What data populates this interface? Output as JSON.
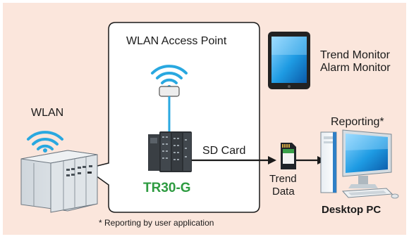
{
  "labels": {
    "access_point": "WLAN Access Point",
    "wlan": "WLAN",
    "trend_monitor": "Trend Monitor",
    "alarm_monitor": "Alarm Monitor",
    "reporting": "Reporting*",
    "sd_card": "SD Card",
    "controller": "TR30-G",
    "trend": "Trend",
    "data": "Data",
    "desktop_pc": "Desktop PC",
    "footnote": "* Reporting by user application"
  },
  "colors": {
    "background": "#fbe6dc",
    "callout_border": "#1a1a1a",
    "wifi": "#29a8e0",
    "controller_label": "#2d9b40",
    "tablet_screen": "#1e9be3"
  }
}
